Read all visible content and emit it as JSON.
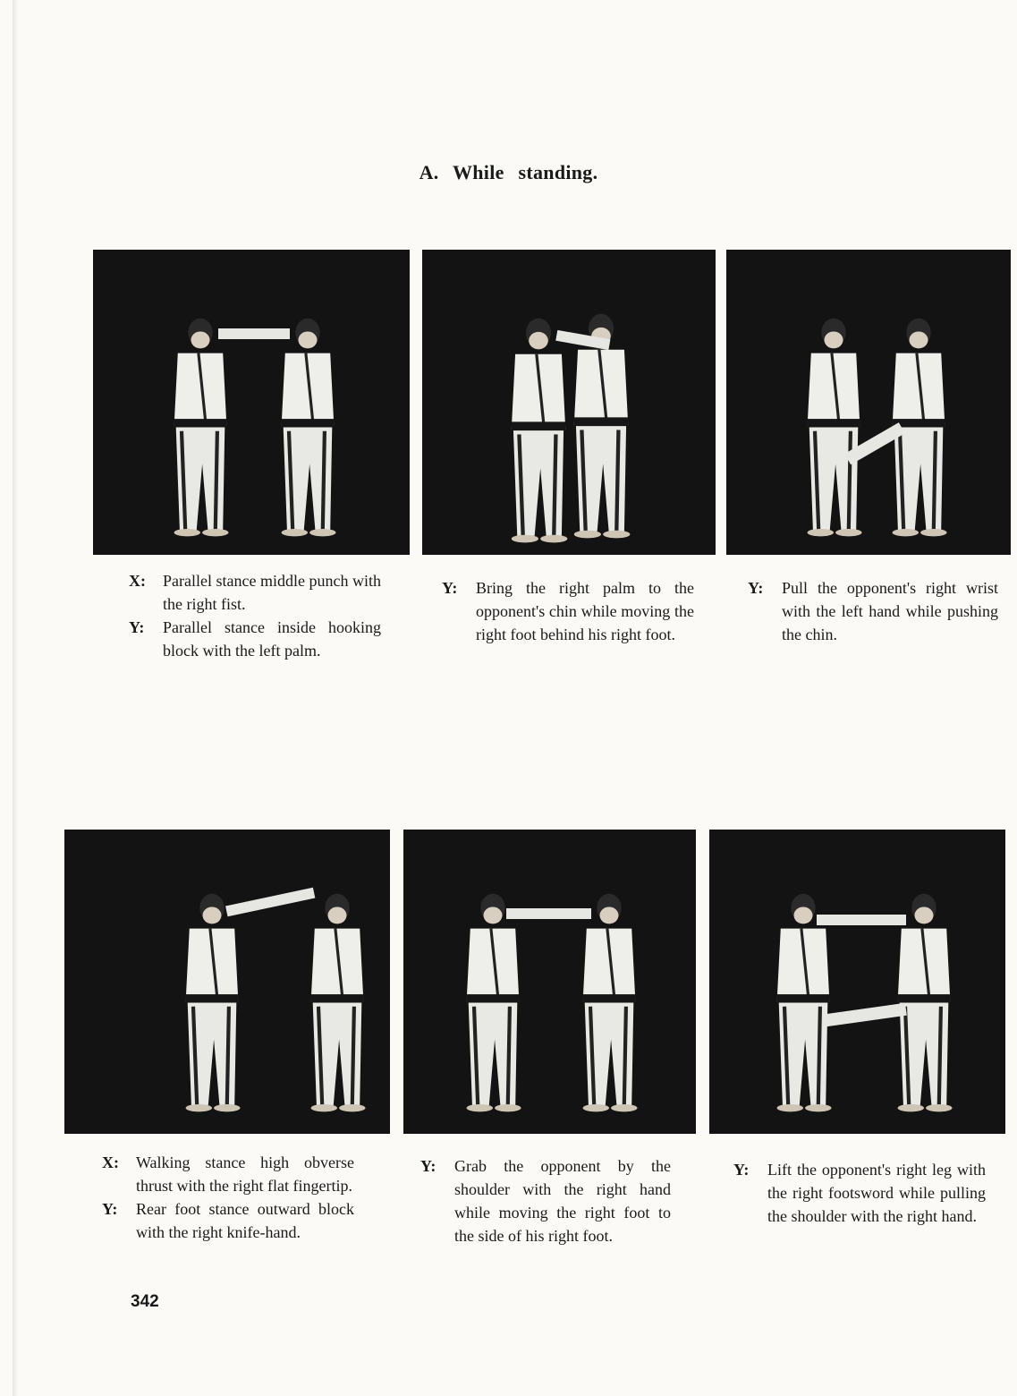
{
  "heading": "A.  While  standing.",
  "page_number": "342",
  "panels": [
    {
      "entries": [
        {
          "who": "X:",
          "text": "Parallel stance middle punch with the right fist."
        },
        {
          "who": "Y:",
          "text": "Parallel stance inside hooking block with the left palm."
        }
      ]
    },
    {
      "entries": [
        {
          "who": "Y:",
          "text": "Bring the right palm to the opponent's chin while moving the right foot behind his right foot."
        }
      ]
    },
    {
      "entries": [
        {
          "who": "Y:",
          "text": "Pull the opponent's right wrist with the left hand while pushing the chin."
        }
      ]
    },
    {
      "entries": [
        {
          "who": "X:",
          "text": "Walking stance high obverse thrust with the right flat fingertip."
        },
        {
          "who": "Y:",
          "text": "Rear foot stance outward block with the right knife-hand."
        }
      ]
    },
    {
      "entries": [
        {
          "who": "Y:",
          "text": "Grab the opponent by the shoulder with the right hand while moving the right foot to the side of his right foot."
        }
      ]
    },
    {
      "entries": [
        {
          "who": "Y:",
          "text": "Lift the opponent's right leg with the right footsword while pulling the shoulder with the right hand."
        }
      ]
    }
  ]
}
